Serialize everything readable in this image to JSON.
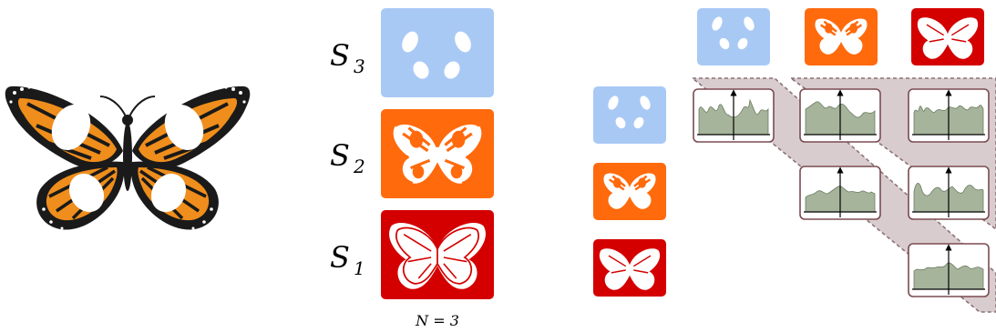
{
  "scales": {
    "labels": [
      {
        "id": "s3",
        "main": "S",
        "sub": "3"
      },
      {
        "id": "s2",
        "main": "S",
        "sub": "2"
      },
      {
        "id": "s1",
        "main": "S",
        "sub": "1"
      }
    ],
    "caption": "N = 3"
  },
  "colors": {
    "scale3": "#a9c9f5",
    "scale2": "#ff6a0d",
    "scale1": "#d40000",
    "butterfly_orange": "#ef8e1c",
    "butterfly_dark": "#1a1a1a",
    "band": "#d9cccf",
    "band_stroke": "#8a7377",
    "plot_fill": "#a5b49a",
    "plot_border": "#7a4b50"
  },
  "icons": {
    "input": "monarch-butterfly-icon",
    "scale3": "four-spots-icon",
    "scale2": "butterfly-edges-icon",
    "scale1": "butterfly-silhouette-icon",
    "plot": "filled-histogram-plot-icon"
  }
}
